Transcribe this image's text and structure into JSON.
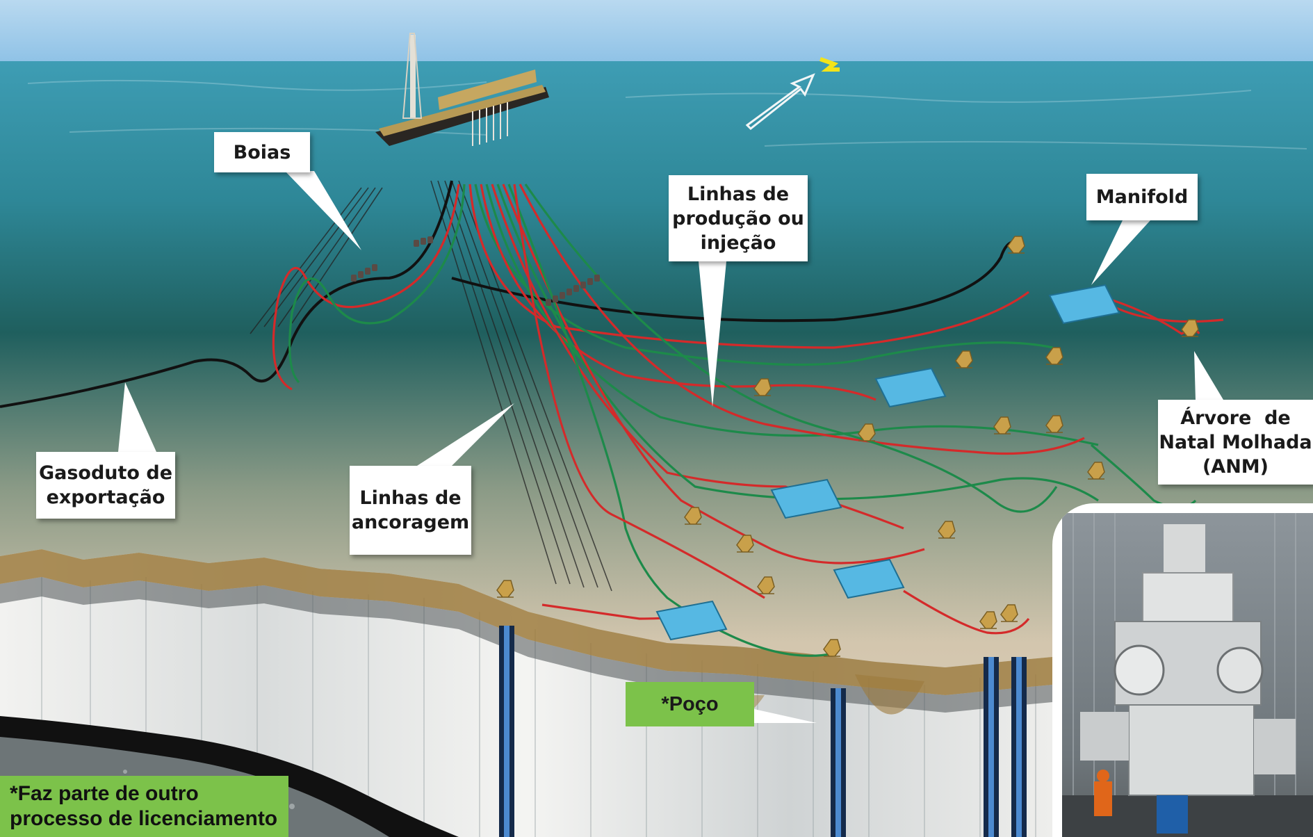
{
  "labels": {
    "boias": "Boias",
    "linhas_producao": [
      "Linhas de",
      "produção ou",
      "injeção"
    ],
    "manifold": "Manifold",
    "arvore_natal": [
      "Árvore  de",
      "Natal Molhada",
      "(ANM)"
    ],
    "gasoduto": [
      "Gasoduto de",
      "exportação"
    ],
    "linhas_ancoragem": [
      "Linhas de",
      "ancoragem"
    ],
    "poco": "*Poço",
    "nota": [
      "*Faz parte de outro",
      "processo de licenciamento"
    ]
  },
  "colors": {
    "sky": "#8fc2e6",
    "sea_surface": "#3e9db4",
    "deep_water": "#1f5f5e",
    "seabed": "#d9cbb4",
    "production_line_red": "#d42a2a",
    "injection_line_green": "#1d8a4a",
    "export_pipeline": "#111111",
    "note_green": "#7cc24a",
    "manifold_blue": "#56b8e3",
    "tree_gold": "#c9a04a"
  },
  "icons": {
    "fpso": "fpso-ship-icon",
    "north": "north-arrow-icon",
    "manifold": "manifold-icon",
    "wet_tree": "wet-christmas-tree-icon",
    "buoy": "buoy-icon"
  }
}
